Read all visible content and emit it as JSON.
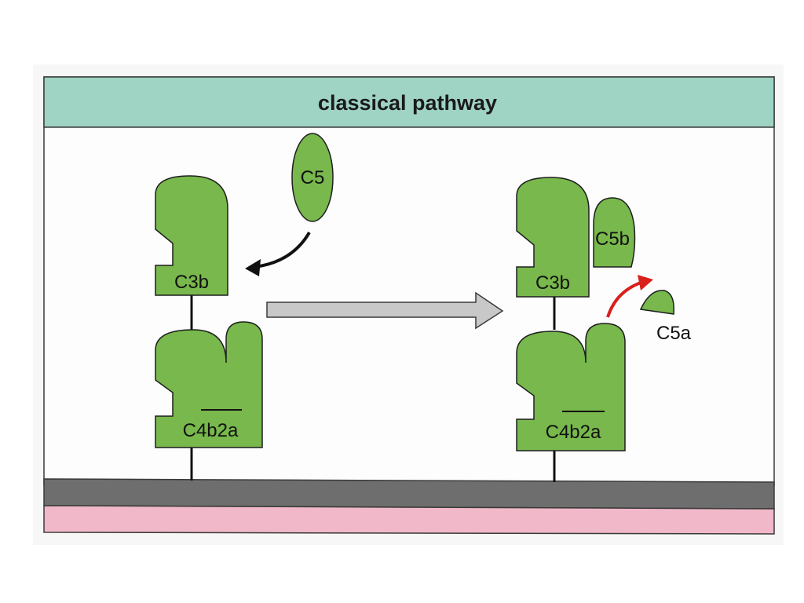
{
  "title": "classical pathway",
  "labels": {
    "c5": "C5",
    "left_c3b": "C3b",
    "left_c4b2a": "C4b2a",
    "right_c3b": "C3b",
    "right_c4b2a": "C4b2a",
    "c5b": "C5b",
    "c5a": "C5a"
  },
  "colors": {
    "header": "#9fd3c4",
    "panel": "#fdfdfd",
    "protein_fill": "#78b84c",
    "protein_stroke": "#1e1e1e",
    "membrane_dark": "#6e6e6e",
    "membrane_pink": "#f0b8c8",
    "reaction_arrow": "#c8c8c8",
    "cleavage_arrow": "#d8201c"
  }
}
